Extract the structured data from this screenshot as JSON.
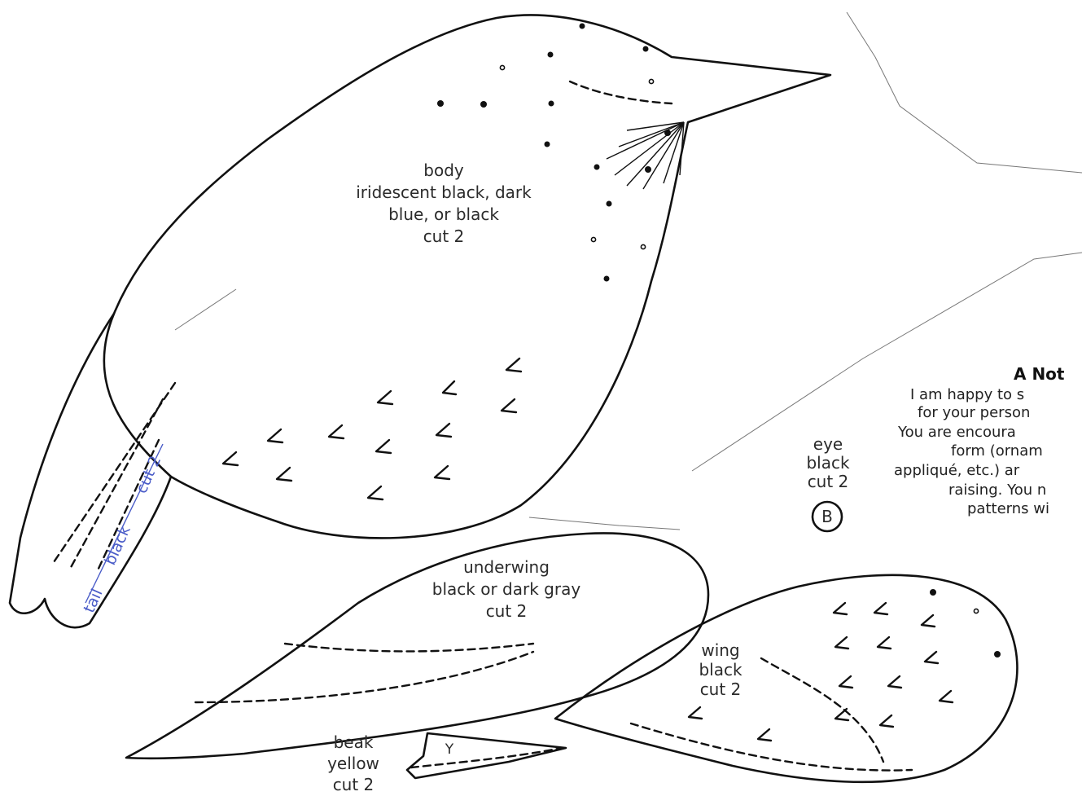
{
  "pieces": {
    "body": {
      "lines": [
        "body",
        "iridescent black, dark",
        "blue, or black",
        "cut 2"
      ]
    },
    "tail": {
      "lines": [
        "tail",
        "black",
        "cut 2"
      ]
    },
    "underwing": {
      "lines": [
        "underwing",
        "black or dark gray",
        "cut 2"
      ]
    },
    "eye": {
      "lines": [
        "eye",
        "black",
        "cut 2"
      ],
      "marker": "B"
    },
    "wing": {
      "lines": [
        "wing",
        "black",
        "cut 2"
      ]
    },
    "beak": {
      "lines": [
        "beak",
        "yellow",
        "cut 2"
      ],
      "marker": "Y"
    }
  },
  "note": {
    "title": "A Not",
    "lines": [
      "I am happy to s",
      "for your person",
      "You are encoura",
      "form (ornam",
      "appliqué, etc.) ar",
      "raising. You n",
      "patterns wi"
    ]
  },
  "colors": {
    "outline": "#111111",
    "tail_label": "#4a5cc8",
    "paper": "#ffffff"
  }
}
